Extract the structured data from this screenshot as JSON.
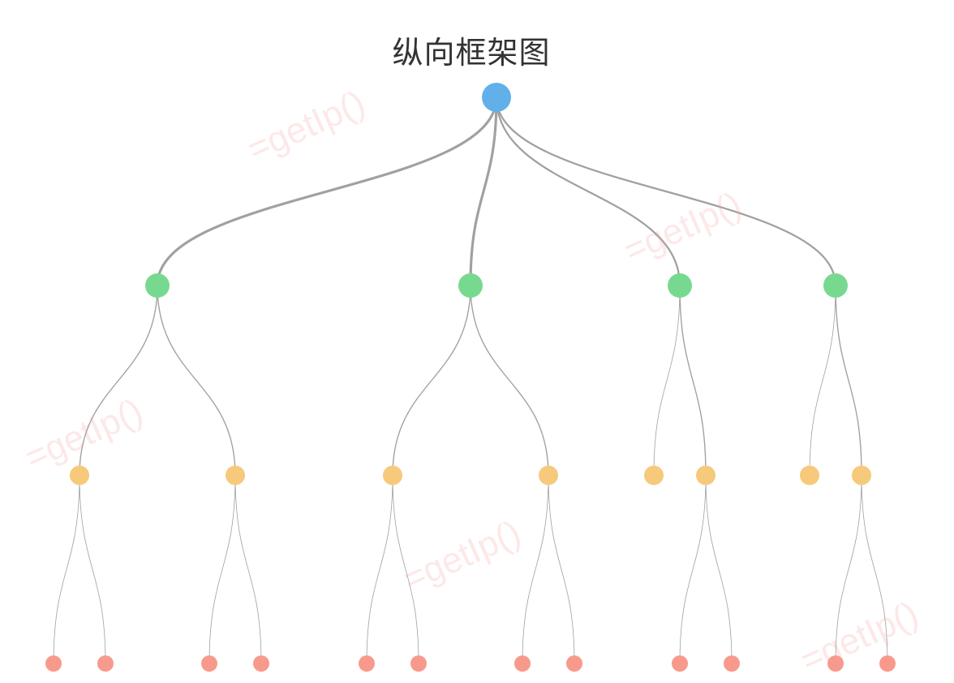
{
  "title": "纵向框架图",
  "watermark": "=getIp()",
  "colors": {
    "level0": "#62b0ea",
    "level1": "#77d98f",
    "level2": "#f7c97a",
    "level3": "#f79a8c",
    "edge": "#a0a0a0"
  },
  "tree": {
    "id": "root",
    "children": [
      {
        "id": "a",
        "children": [
          {
            "id": "a1",
            "children": [
              {
                "id": "a1x"
              },
              {
                "id": "a1y"
              }
            ]
          },
          {
            "id": "a2",
            "children": [
              {
                "id": "a2x"
              },
              {
                "id": "a2y"
              }
            ]
          }
        ]
      },
      {
        "id": "b",
        "children": [
          {
            "id": "b1",
            "children": [
              {
                "id": "b1x"
              },
              {
                "id": "b1y"
              }
            ]
          },
          {
            "id": "b2",
            "children": [
              {
                "id": "b2x"
              },
              {
                "id": "b2y"
              }
            ]
          }
        ]
      },
      {
        "id": "c",
        "children": [
          {
            "id": "c1"
          },
          {
            "id": "c2",
            "children": [
              {
                "id": "c2x"
              },
              {
                "id": "c2y"
              }
            ]
          }
        ]
      },
      {
        "id": "d",
        "children": [
          {
            "id": "d1"
          },
          {
            "id": "d2",
            "children": [
              {
                "id": "d2x"
              },
              {
                "id": "d2y"
              }
            ]
          }
        ]
      }
    ]
  }
}
